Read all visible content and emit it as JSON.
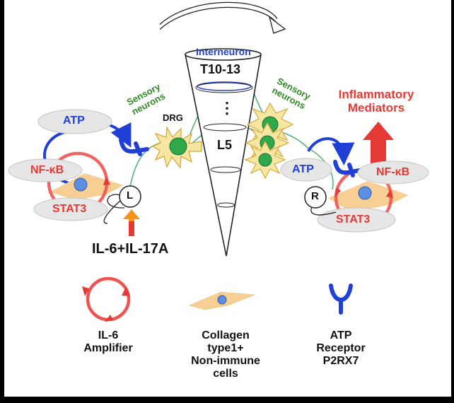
{
  "diagram": {
    "interneuron": "Interneuron",
    "spinal_top": "T10-13",
    "spinal_dots": "⋮",
    "spinal_bottom": "L5",
    "sensory_left": "Sensory\nneurons",
    "sensory_right": "Sensory\nneurons",
    "drg": "DRG",
    "inflammatory": "Inflammatory\nMediators",
    "left": {
      "atp": "ATP",
      "nfkb": "NF-κB",
      "stat3": "STAT3",
      "node": "L",
      "stimulus": "IL-6+IL-17A"
    },
    "right": {
      "atp": "ATP",
      "nfkb": "NF-κB",
      "stat3": "STAT3",
      "node": "R"
    }
  },
  "legend": [
    {
      "icon": "il6-amplifier-icon",
      "label": "IL-6\nAmplifier"
    },
    {
      "icon": "fibroblast-cell-icon",
      "label": "Collagen\ntype1+\nNon-immune\ncells"
    },
    {
      "icon": "atp-receptor-icon",
      "label": "ATP\nReceptor\nP2RX7"
    }
  ],
  "colors": {
    "background": "#000000",
    "panel": "#ffffff",
    "blue": "#1f3fd6",
    "red": "#e53935",
    "green": "#2e8b22",
    "cell_tan": "#f7cf94",
    "nucleus": "#5b8ee0",
    "neuron_yellow": "#f6e6a2",
    "neuron_body": "#2ea84a",
    "oval_grey": "#e6e6e6"
  }
}
